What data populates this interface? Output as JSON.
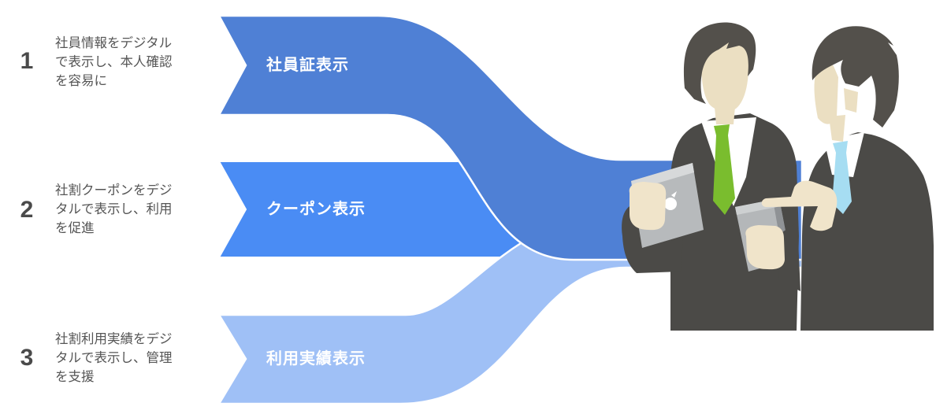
{
  "diagram": {
    "steps": [
      {
        "number": "1",
        "description": "社員情報をデジタル\nで表示し、本人確認\nを容易に",
        "label": "社員証表示",
        "ribbon_color": "#4F80D5"
      },
      {
        "number": "2",
        "description": "社割クーポンをデジ\nタルで表示し、利用\nを促進",
        "label": "クーポン表示",
        "ribbon_color": "#4A8CF4"
      },
      {
        "number": "3",
        "description": "社割利用実績をデジ\nタルで表示し、管理\nを支援",
        "label": "利用実績表示",
        "ribbon_color": "#9FC0F6"
      }
    ],
    "palette": {
      "ribbon_blue_dark": "#4F80D5",
      "ribbon_blue_bright": "#4A8CF4",
      "ribbon_blue_light": "#9FC0F6",
      "text_gray": "#555555",
      "number_gray": "#4A4A4A",
      "suit": "#4B4A47",
      "hair": "#53504B",
      "skin": "#EBDFC2",
      "shirt": "#FFFFFF",
      "tie_left": "#7ABD2E",
      "tie_right": "#A6DDF2",
      "tablet": "#B7BABC",
      "background": "#FFFFFF"
    }
  }
}
